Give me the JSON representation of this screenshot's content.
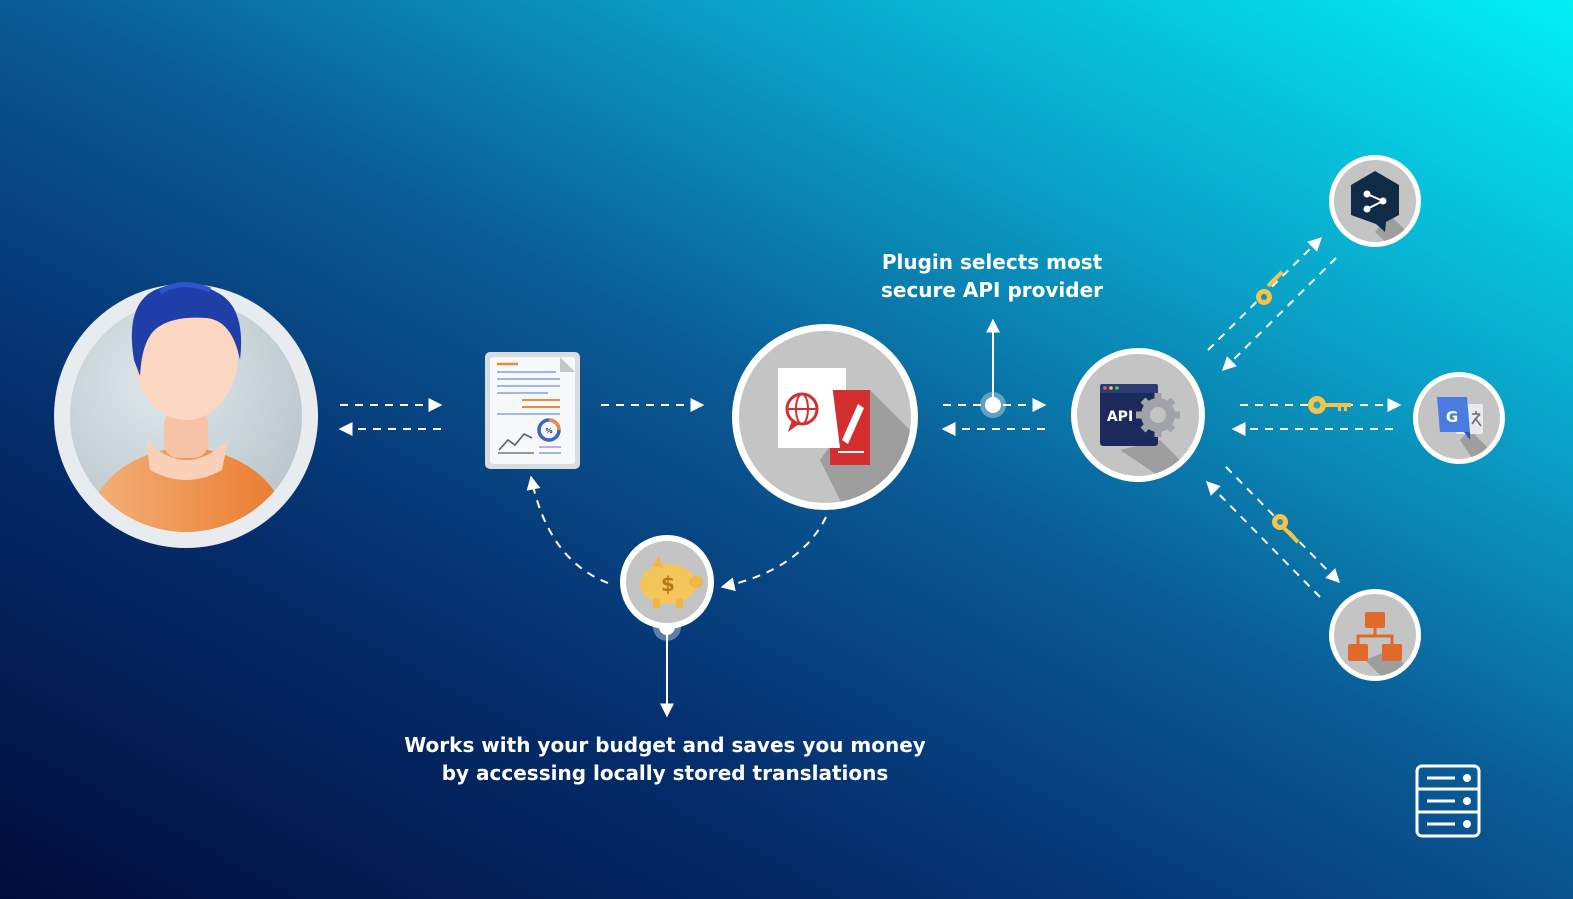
{
  "captions": {
    "api_selection": {
      "line1": "Plugin selects most",
      "line2": "secure API provider"
    },
    "budget": {
      "line1": "Works with your budget and saves you money",
      "line2": "by accessing locally stored translations"
    }
  },
  "document_icon_badge": "%",
  "api_window_label": "API",
  "piggy_bank_symbol": "$",
  "google_translate_glyph": "G",
  "colors": {
    "background_start": "#010c3a",
    "background_end": "#02f0f5",
    "dashed_lines": "#ffffff",
    "key": "#f5c24a",
    "translation_red": "#d32f2f",
    "provider_orange": "#e06a2a",
    "person_shirt": "#f08a3c"
  },
  "icons": [
    "user-avatar-icon",
    "document-icon",
    "translation-plugin-icon",
    "piggy-bank-icon",
    "api-gear-icon",
    "deepl-share-icon",
    "google-translate-icon",
    "hierarchy-provider-icon",
    "key-icon",
    "server-icon"
  ]
}
